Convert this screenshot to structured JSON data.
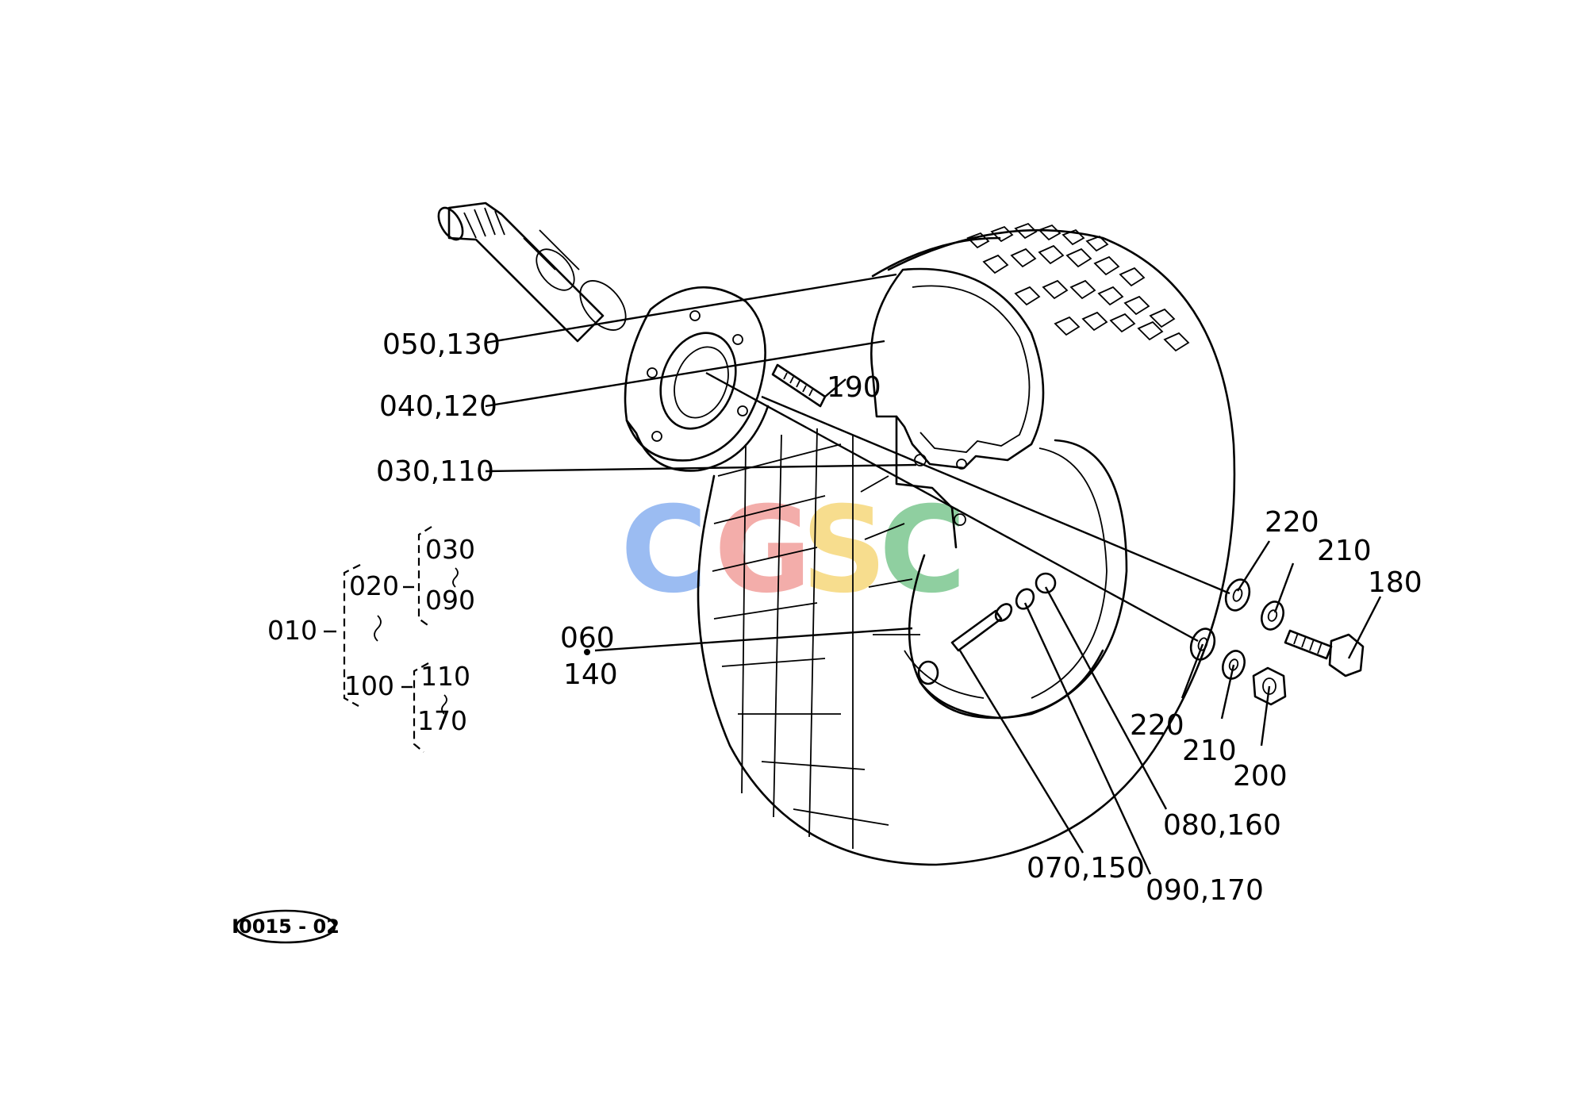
{
  "diagram": {
    "reference_code": "I0015 - 02",
    "watermark": {
      "letters": [
        "C",
        "G",
        "S",
        "C"
      ],
      "colors": [
        "#4a86e8",
        "#ea6b66",
        "#f1c232",
        "#34a853"
      ]
    },
    "part_labels": {
      "p050_130": "050,130",
      "p040_120": "040,120",
      "p030_110": "030,110",
      "p190": "190",
      "p060": "060",
      "p140": "140",
      "p220_top": "220",
      "p210_top": "210",
      "p180": "180",
      "p220_bot": "220",
      "p210_bot": "210",
      "p200": "200",
      "p080_160": "080,160",
      "p070_150": "070,150",
      "p090_170": "090,170"
    },
    "assembly_tree": {
      "root": "010",
      "group_a": "020",
      "group_a_from": "030",
      "group_a_to": "090",
      "group_b": "100",
      "group_b_from": "110",
      "group_b_to": "170"
    }
  }
}
